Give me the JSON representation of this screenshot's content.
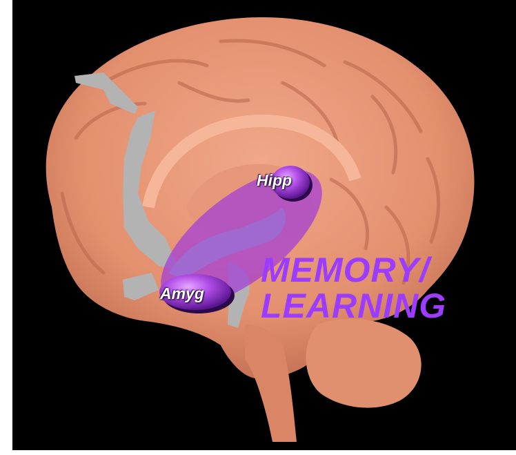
{
  "labels": {
    "hippocampus": "Hipp",
    "amygdala": "Amyg",
    "caption_line1": "MEMORY/",
    "caption_line2": "LEARNING"
  },
  "colors": {
    "background": "#000000",
    "brain": "#e99878",
    "brain_shadow": "#b9664a",
    "gray_region": "#b0b0b0",
    "limbic_highlight": "#a23bd8",
    "caption": "#9b3cff"
  },
  "icons": [
    "brain-illustration",
    "hippocampus-marker",
    "amygdala-marker"
  ]
}
